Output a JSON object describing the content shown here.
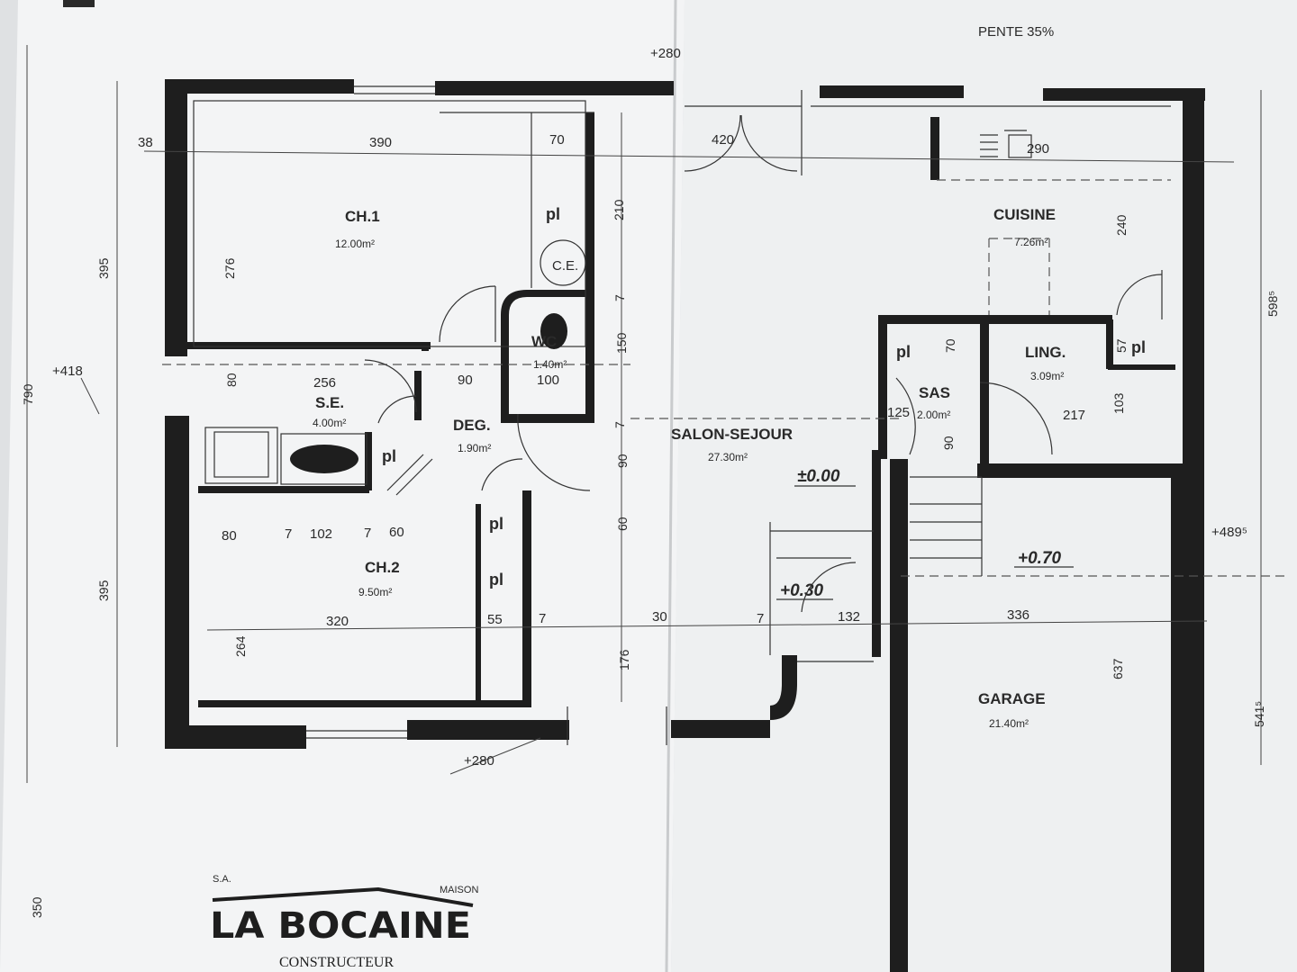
{
  "header": {
    "roof_slope": "PENTE 35%"
  },
  "rooms": {
    "ch1": {
      "name": "CH.1",
      "area": "12.00m²"
    },
    "ce": {
      "name": "C.E."
    },
    "wc": {
      "name": "WC",
      "area": "1.40m²"
    },
    "se": {
      "name": "S.E.",
      "area": "4.00m²"
    },
    "deg": {
      "name": "DEG.",
      "area": "1.90m²"
    },
    "ch2": {
      "name": "CH.2",
      "area": "9.50m²"
    },
    "salon": {
      "name": "SALON-SEJOUR",
      "area": "27.30m²"
    },
    "cuisine": {
      "name": "CUISINE",
      "area": "7.26m²"
    },
    "sas": {
      "name": "SAS",
      "area": "2.00m²"
    },
    "ling": {
      "name": "LING.",
      "area": "3.09m²"
    },
    "garage": {
      "name": "GARAGE",
      "area": "21.40m²"
    }
  },
  "placard_label": "pl",
  "levels": {
    "main": "±0.00",
    "step": "+0.30",
    "garage": "+0.70"
  },
  "heights": {
    "top": "+280",
    "bottom": "+280",
    "left": "+418",
    "right": "+489⁵"
  },
  "dimensions": {
    "top_38": "38",
    "top_390": "390",
    "top_70": "70",
    "top_420": "420",
    "top_290": "290",
    "v_210": "210",
    "v_276": "276",
    "v_395a": "395",
    "v_395b": "395",
    "v_790": "790",
    "v_240": "240",
    "v_5985": "598⁵",
    "v_5415": "541⁵",
    "v_350": "350",
    "v_80": "80",
    "h_256": "256",
    "h_90": "90",
    "h_100": "100",
    "v_150": "150",
    "v_7a": "7",
    "v_7b": "7",
    "v_90": "90",
    "v_60": "60",
    "v_176": "176",
    "v_70": "70",
    "v_57": "57",
    "v_103": "103",
    "h_125": "125",
    "h_217": "217",
    "v_90b": "90",
    "h_80": "80",
    "h_7a": "7",
    "h_102": "102",
    "h_7b": "7",
    "h_60": "60",
    "h_320": "320",
    "h_55": "55",
    "h_7c": "7",
    "h_30": "30",
    "h_7d": "7",
    "h_132": "132",
    "h_336": "336",
    "v_264": "264",
    "v_637": "637"
  },
  "branding": {
    "sa": "S.A.",
    "maison": "MAISON",
    "company": "LA BOCAINE",
    "constructeur": "CONSTRUCTEUR"
  },
  "colors": {
    "paper": "#f2f3f4",
    "ink": "#1e1e1e",
    "background": "#dfe1e3"
  }
}
